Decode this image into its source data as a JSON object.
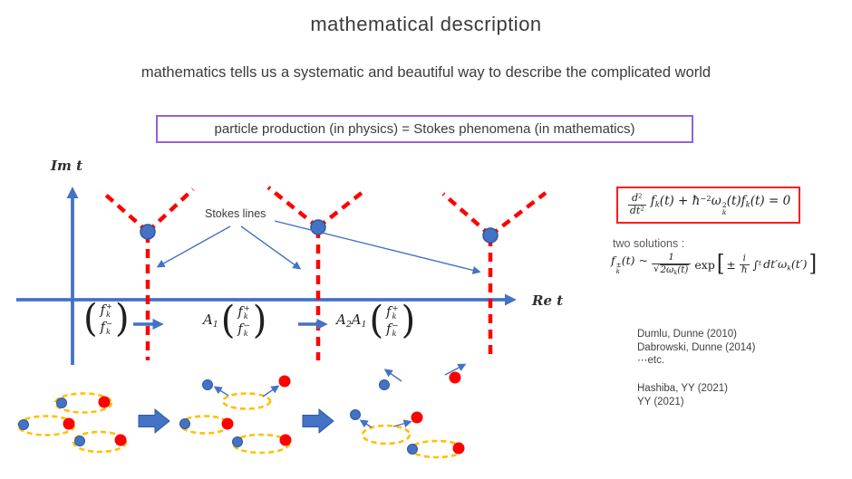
{
  "slide": {
    "title": "mathematical description",
    "subtitle": "mathematics tells us a systematic and beautiful way to describe the complicated world",
    "key_statement": "particle production (in physics) = Stokes phenomena (in mathematics)"
  },
  "diagram": {
    "im_axis_label": "Im t",
    "re_axis_label": "Re t",
    "stokes_label": "Stokes lines",
    "vector": {
      "paren_l": "(",
      "paren_r": ")",
      "f": "f",
      "sup_plus": "+",
      "sup_minus": "−",
      "sub_k": "k"
    },
    "m2": {
      "sym": "A",
      "sub": "1"
    },
    "m3": {
      "sym1": "A",
      "sub1": "2",
      "sym2": "A",
      "sub2": "1"
    }
  },
  "equations": {
    "ode": {
      "num": "d",
      "num_sup": "2",
      "den": "dt",
      "den_sup": "2",
      "f": "f",
      "f_sub": "k",
      "mid": "(t) + ħ",
      "h_sup": "−2",
      "omega": "ω",
      "o_sup": "2",
      "o_sub": "k",
      "post": "(t)f",
      "post_sub": "k",
      "end": "(t) = 0"
    },
    "two_solutions_label": "two solutions :",
    "solution": {
      "f": "f",
      "f_sup": "±",
      "f_sub": "k",
      "rel": "(t) ~",
      "num": "1",
      "sqrt_sign": "√",
      "rad_pre": "2ω",
      "rad_sub": "k",
      "rad_post": "(t)",
      "exp": "exp",
      "bl": "[",
      "pm": "±",
      "inum": "i",
      "iden": "ħ",
      "int": "∫",
      "int_sup": "t",
      "tail1": "dt′ω",
      "tail_sub": "k",
      "tail2": "(t′)",
      "br": "]"
    }
  },
  "references": {
    "group1": [
      "Dumlu, Dunne (2010)",
      "Dabrowski, Dunne (2014)",
      "⋯etc."
    ],
    "group2": [
      "Hashiba, YY (2021)",
      "YY (2021)"
    ]
  },
  "colors": {
    "accent_blue": "#4472C4",
    "dot_border_blue": "#2E5A9E",
    "stokes_red": "#FF0000",
    "pair_gold": "#FFC000",
    "box_purple": "#9760D8",
    "eq_box_red": "#FF1A1A",
    "text_dark": "#3A3A3A"
  }
}
